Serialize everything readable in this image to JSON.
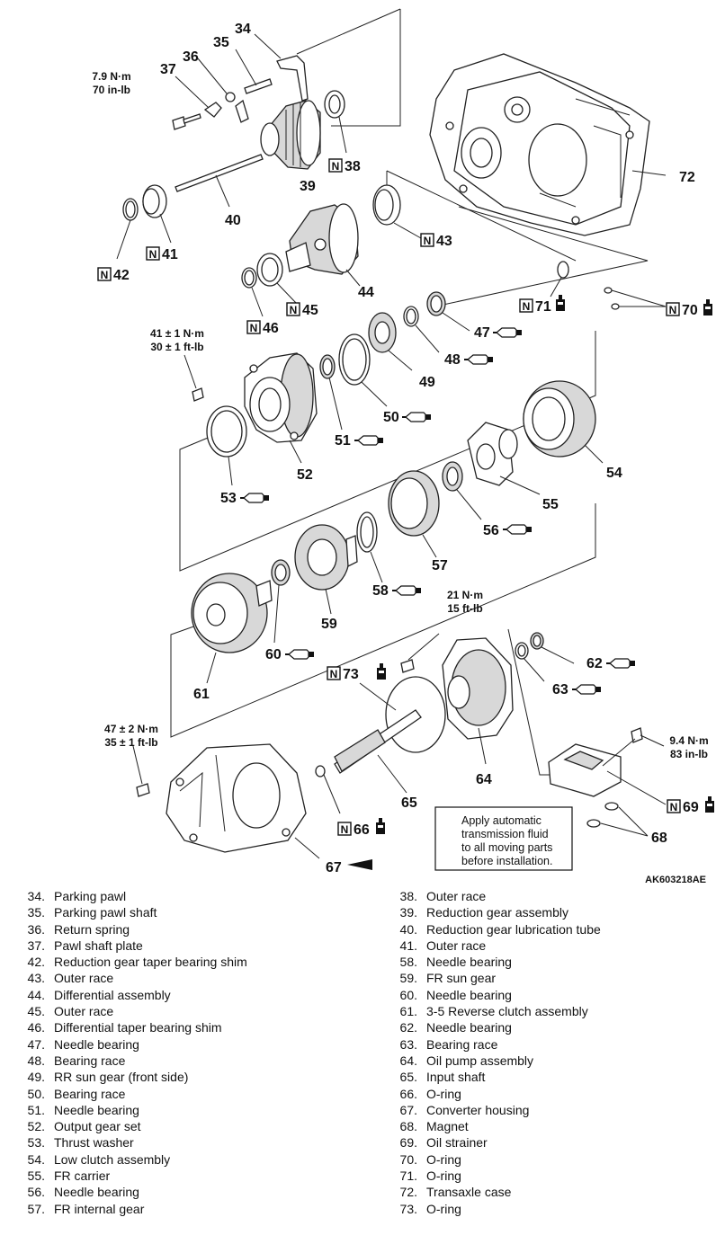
{
  "diagram": {
    "figure_id": "AK603218AE",
    "torque_specs": {
      "t37": [
        "7.9 N·m",
        "70 in-lb"
      ],
      "t52": [
        "41 ± 1 N·m",
        "30 ± 1 ft-lb"
      ],
      "t64": [
        "21 N·m",
        "15 ft-lb"
      ],
      "t67": [
        "47 ± 2 N·m",
        "35 ± 1 ft-lb"
      ],
      "t69": [
        "9.4 N·m",
        "83 in-lb"
      ]
    },
    "note_lines": [
      "Apply automatic",
      "transmission fluid",
      "to all moving parts",
      "before installation."
    ],
    "callouts": {
      "c34": "34",
      "c35": "35",
      "c36": "36",
      "c37": "37",
      "c38": "38",
      "c39": "39",
      "c40": "40",
      "c41": "41",
      "c42": "42",
      "c43": "43",
      "c44": "44",
      "c45": "45",
      "c46": "46",
      "c47": "47",
      "c48": "48",
      "c49": "49",
      "c50": "50",
      "c51": "51",
      "c52": "52",
      "c53": "53",
      "c54": "54",
      "c55": "55",
      "c56": "56",
      "c57": "57",
      "c58": "58",
      "c59": "59",
      "c60": "60",
      "c61": "61",
      "c62": "62",
      "c63": "63",
      "c64": "64",
      "c65": "65",
      "c66": "66",
      "c67": "67",
      "c68": "68",
      "c69": "69",
      "c70": "70",
      "c71": "71",
      "c72": "72",
      "c73": "73"
    },
    "symbols": {
      "new_part": "N",
      "fluid_icon": "fluid-bottle-icon",
      "grease_icon": "grease-gun-icon"
    }
  },
  "legend": {
    "left": [
      {
        "num": "34.",
        "label": "Parking pawl"
      },
      {
        "num": "35.",
        "label": "Parking pawl shaft"
      },
      {
        "num": "36.",
        "label": "Return spring"
      },
      {
        "num": "37.",
        "label": "Pawl shaft plate"
      },
      {
        "num": "42.",
        "label": "Reduction gear taper bearing shim"
      },
      {
        "num": "43.",
        "label": "Outer race"
      },
      {
        "num": "44.",
        "label": "Differential assembly"
      },
      {
        "num": "45.",
        "label": "Outer race"
      },
      {
        "num": "46.",
        "label": "Differential taper bearing shim"
      },
      {
        "num": "47.",
        "label": "Needle bearing"
      },
      {
        "num": "48.",
        "label": "Bearing race"
      },
      {
        "num": "49.",
        "label": "RR sun gear (front side)"
      },
      {
        "num": "50.",
        "label": "Bearing race"
      },
      {
        "num": "51.",
        "label": "Needle bearing"
      },
      {
        "num": "52.",
        "label": "Output gear set"
      },
      {
        "num": "53.",
        "label": "Thrust washer"
      },
      {
        "num": "54.",
        "label": "Low clutch assembly"
      },
      {
        "num": "55.",
        "label": "FR carrier"
      },
      {
        "num": "56.",
        "label": "Needle bearing"
      },
      {
        "num": "57.",
        "label": "FR internal gear"
      }
    ],
    "right": [
      {
        "num": "38.",
        "label": "Outer race"
      },
      {
        "num": "39.",
        "label": "Reduction gear assembly"
      },
      {
        "num": "40.",
        "label": "Reduction gear lubrication tube"
      },
      {
        "num": "41.",
        "label": "Outer race"
      },
      {
        "num": "58.",
        "label": "Needle bearing"
      },
      {
        "num": "59.",
        "label": "FR sun gear"
      },
      {
        "num": "60.",
        "label": "Needle bearing"
      },
      {
        "num": "61.",
        "label": "3-5 Reverse clutch assembly"
      },
      {
        "num": "62.",
        "label": "Needle bearing"
      },
      {
        "num": "63.",
        "label": "Bearing race"
      },
      {
        "num": "64.",
        "label": "Oil pump assembly"
      },
      {
        "num": "65.",
        "label": "Input shaft"
      },
      {
        "num": "66.",
        "label": "O-ring"
      },
      {
        "num": "67.",
        "label": "Converter housing"
      },
      {
        "num": "68.",
        "label": "Magnet"
      },
      {
        "num": "69.",
        "label": "Oil strainer"
      },
      {
        "num": "70.",
        "label": "O-ring"
      },
      {
        "num": "71.",
        "label": "O-ring"
      },
      {
        "num": "72.",
        "label": "Transaxle case"
      },
      {
        "num": "73.",
        "label": "O-ring"
      }
    ]
  }
}
